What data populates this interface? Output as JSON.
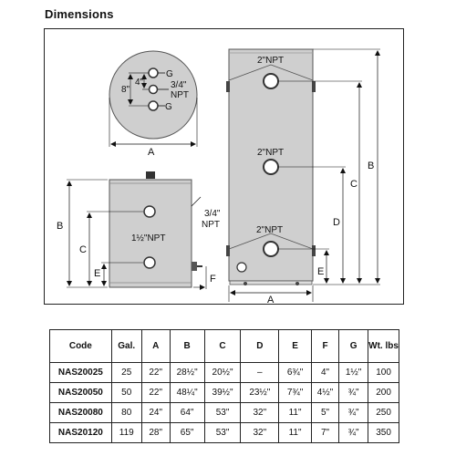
{
  "title": "Dimensions",
  "top_view": {
    "g_top": "G",
    "g_bottom": "G",
    "dim_4": "4\"",
    "dim_8": "8\"",
    "npt_size": "3/4\"",
    "npt": "NPT",
    "dim_a": "A"
  },
  "front_view": {
    "dim_b": "B",
    "dim_c": "C",
    "dim_e": "E",
    "dim_f": "F",
    "side_npt_size": "3/4\"",
    "side_npt": "NPT",
    "coil_conn": "1½\"NPT"
  },
  "side_view": {
    "conn_top": "2\"NPT",
    "conn_mid": "2\"NPT",
    "conn_bottom": "2\"NPT",
    "dim_a": "A",
    "dim_b": "B",
    "dim_c": "C",
    "dim_d": "D",
    "dim_e": "E"
  },
  "table": {
    "headers": [
      "Code",
      "Gal.",
      "A",
      "B",
      "C",
      "D",
      "E",
      "F",
      "G",
      "Wt. lbs"
    ],
    "rows": [
      [
        "NAS20025",
        "25",
        "22\"",
        "28½\"",
        "20½\"",
        "–",
        "6¾\"",
        "4\"",
        "1½\"",
        "100"
      ],
      [
        "NAS20050",
        "50",
        "22\"",
        "48¼\"",
        "39½\"",
        "23½\"",
        "7¾\"",
        "4½\"",
        "¾\"",
        "200"
      ],
      [
        "NAS20080",
        "80",
        "24\"",
        "64\"",
        "53\"",
        "32\"",
        "11\"",
        "5\"",
        "¾\"",
        "250"
      ],
      [
        "NAS20120",
        "119",
        "28\"",
        "65\"",
        "53\"",
        "32\"",
        "11\"",
        "7\"",
        "¾\"",
        "350"
      ]
    ]
  }
}
